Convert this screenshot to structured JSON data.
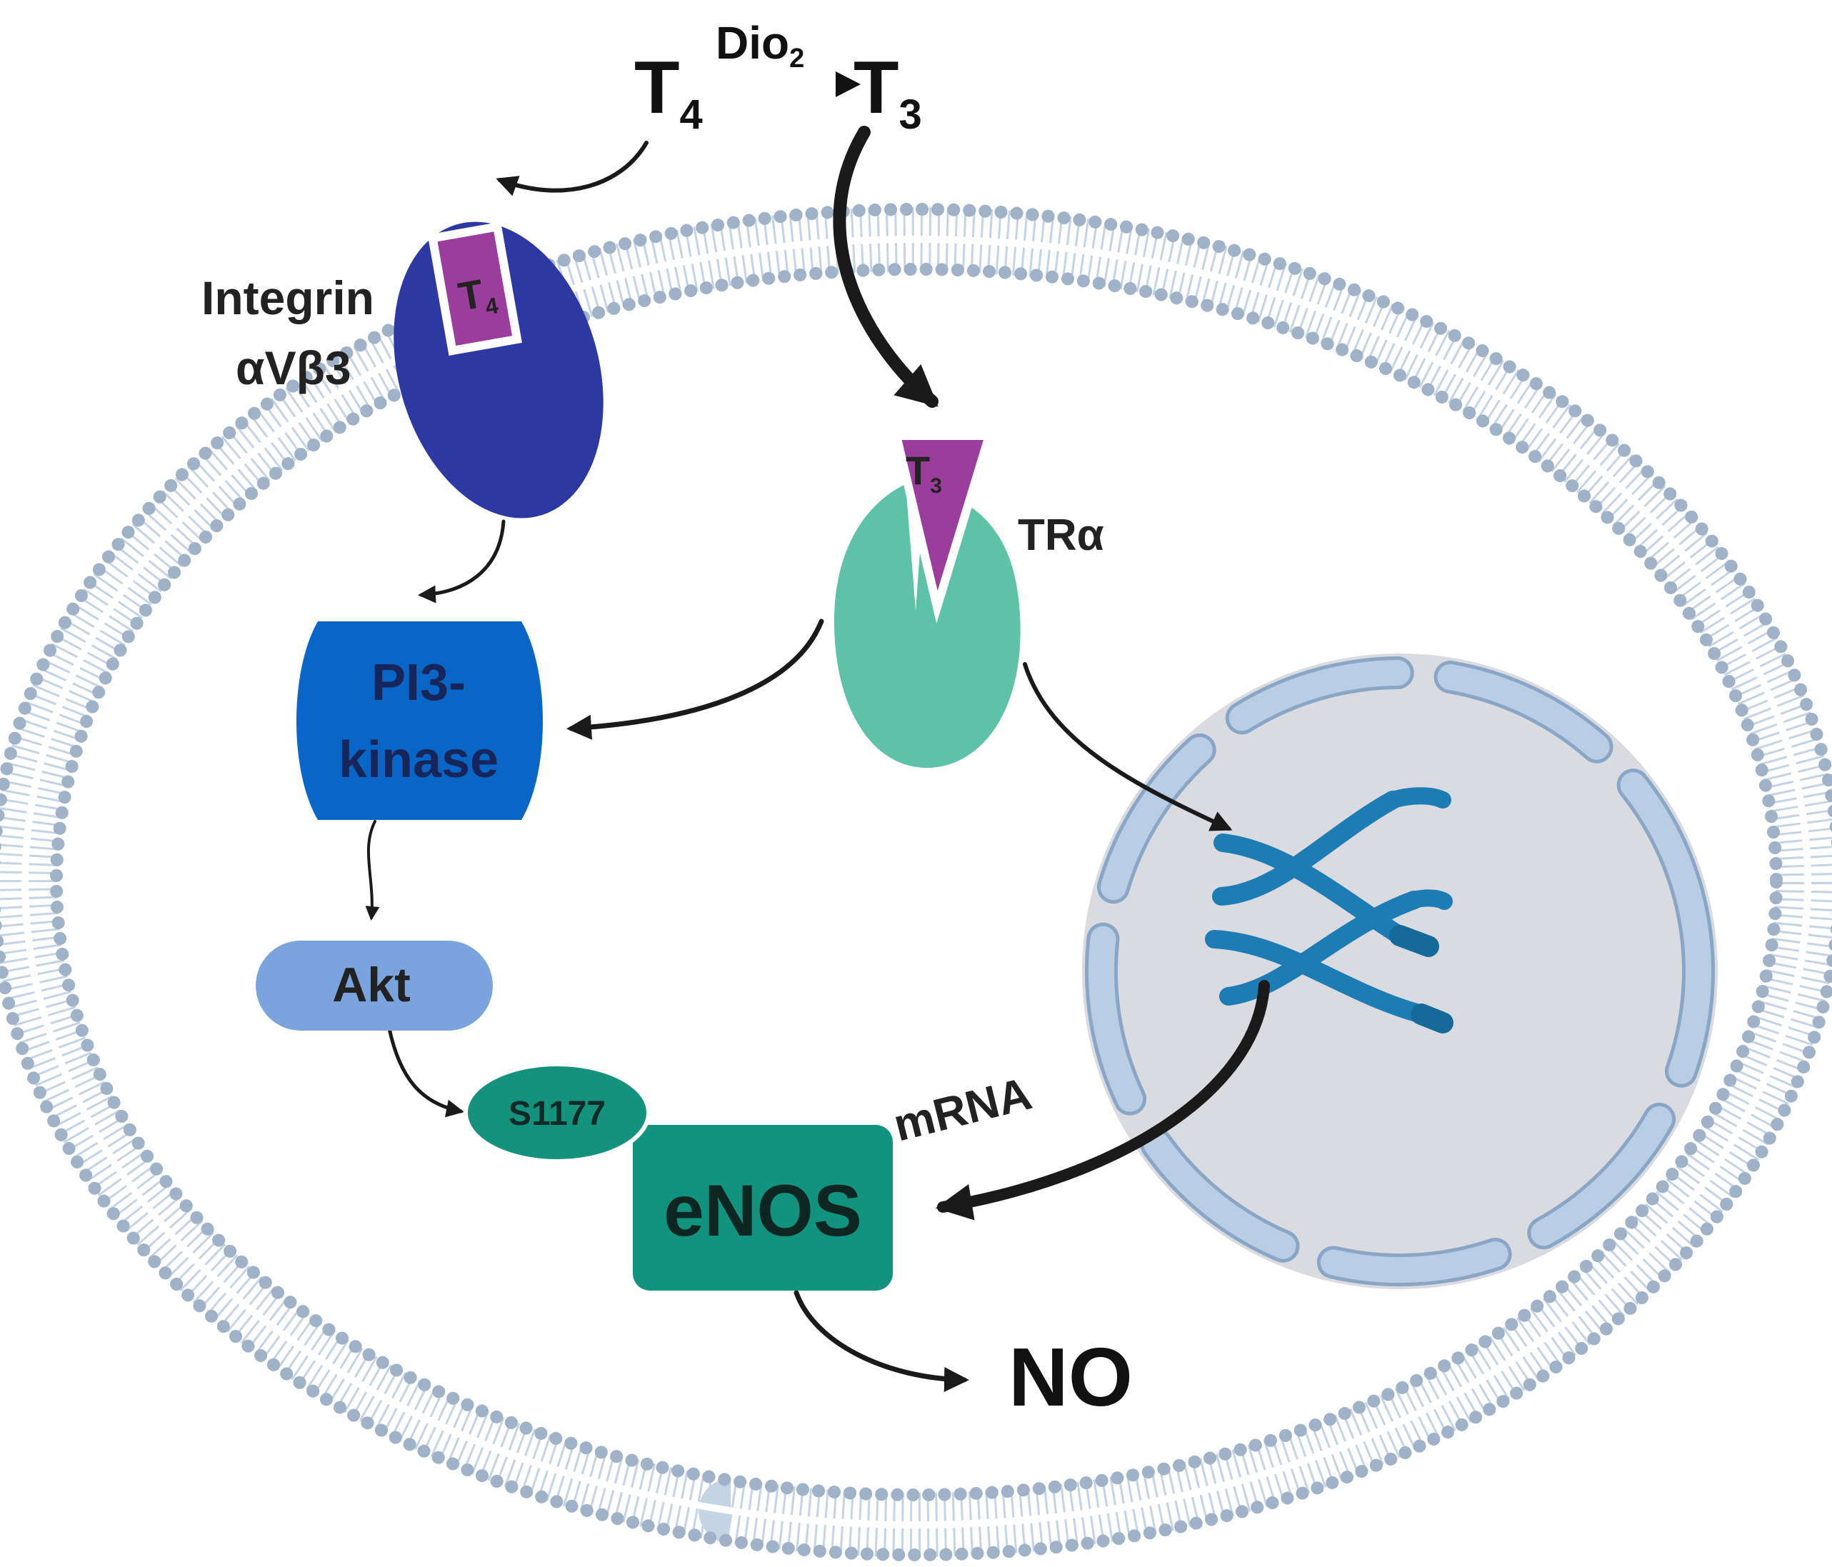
{
  "colors": {
    "membrane_head": "#9fb2c7",
    "membrane_tail": "#c5d4e4",
    "integrin": "#2e38a3",
    "t4_tag": "#9b3d9c",
    "tra_receptor": "#5ec2a8",
    "pi3k": "#0a66c6",
    "akt": "#7ba4df",
    "s1177": "#14927e",
    "enos": "#12937f",
    "nucleus_fill": "#d9dbe0",
    "nucleus_envelope": "#a9c0dc",
    "dna": "#1d7cb4",
    "arrow": "#1a1a1a",
    "text": "#222222"
  },
  "labels": {
    "t4_base": "T",
    "t4_sub": "4",
    "t3_base": "T",
    "t3_sub": "3",
    "dio2_base": "Dio",
    "dio2_sub": "2",
    "integrin_line1": "Integrin",
    "integrin_line2": "αVβ3",
    "integrin_tag_base": "T",
    "integrin_tag_sub": "4",
    "tra_tag_base": "T",
    "tra_tag_sub": "3",
    "tra": "TRα",
    "pi3k_line1": "PI3-",
    "pi3k_line2": "kinase",
    "akt": "Akt",
    "s1177": "S1177",
    "mrna": "mRNA",
    "enos": "eNOS",
    "no": "NO"
  },
  "icons": [
    "cell-membrane-icon",
    "nucleus-icon",
    "dna-icon"
  ]
}
